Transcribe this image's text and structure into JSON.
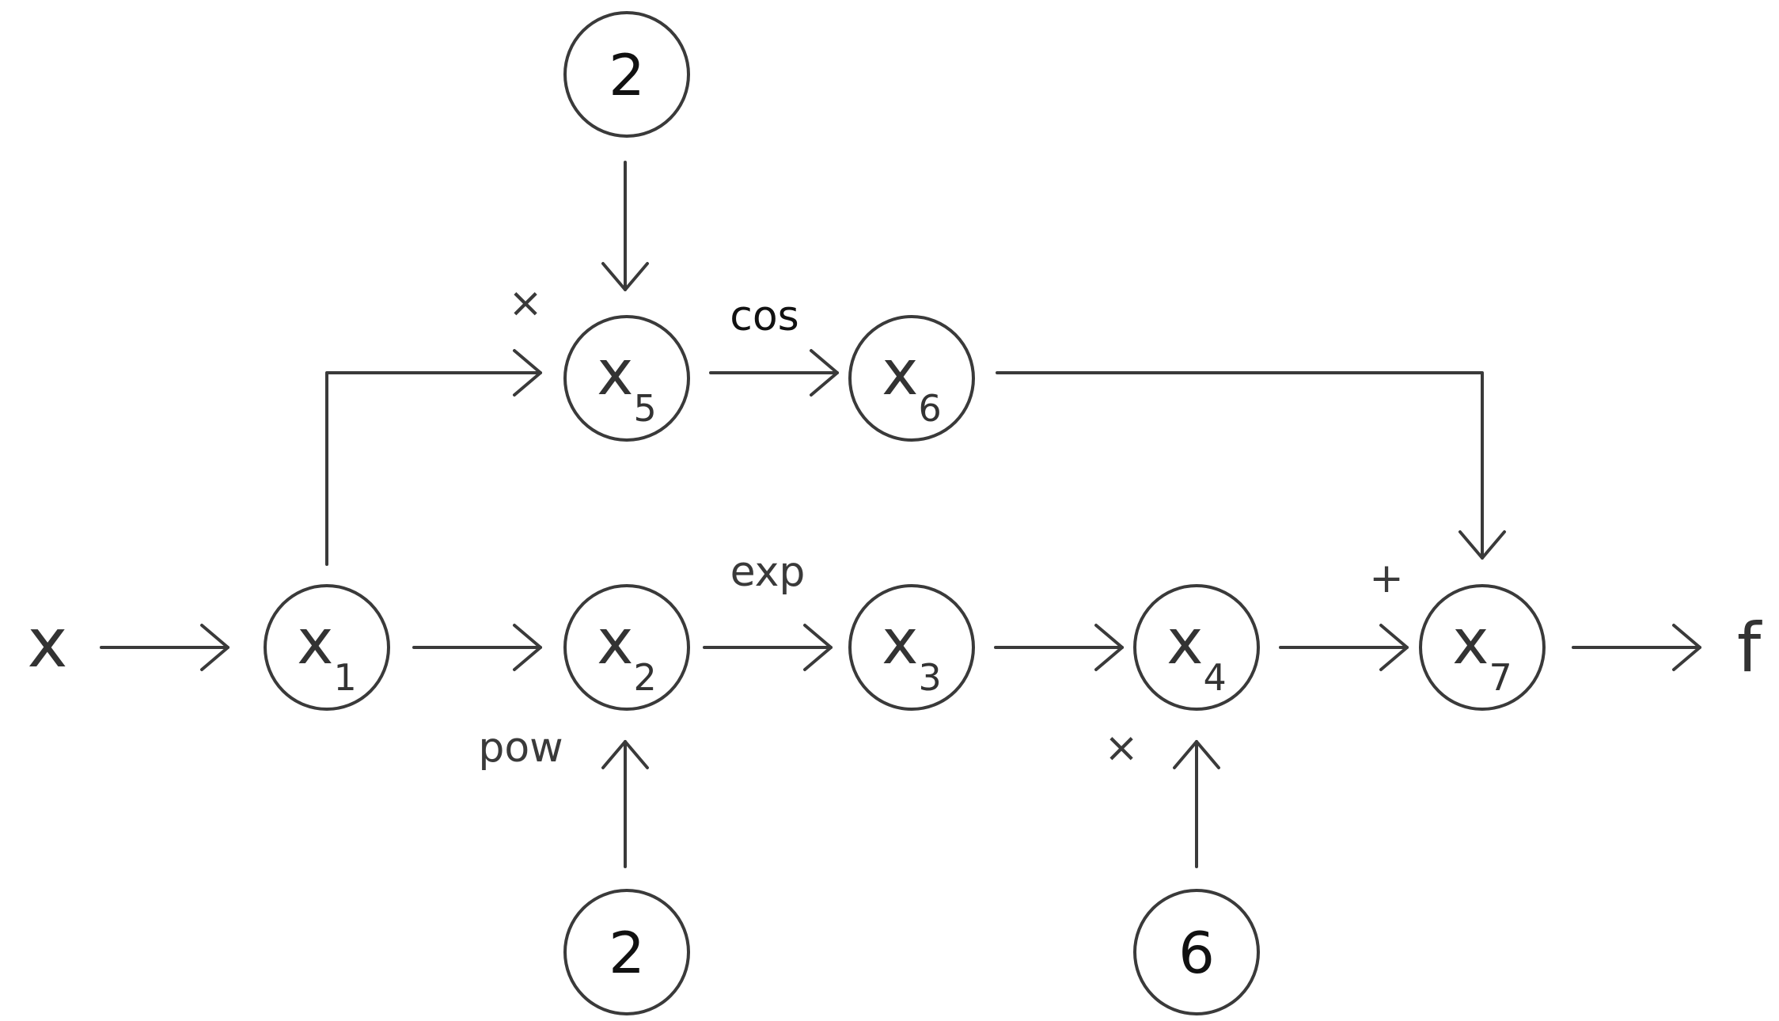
{
  "input_label": "x",
  "output_label": "f",
  "nodes": [
    {
      "id": "x1",
      "base": "x",
      "sub": "1"
    },
    {
      "id": "x2",
      "base": "x",
      "sub": "2"
    },
    {
      "id": "x3",
      "base": "x",
      "sub": "3"
    },
    {
      "id": "x4",
      "base": "x",
      "sub": "4"
    },
    {
      "id": "x5",
      "base": "x",
      "sub": "5"
    },
    {
      "id": "x6",
      "base": "x",
      "sub": "6"
    },
    {
      "id": "x7",
      "base": "x",
      "sub": "7"
    }
  ],
  "constants": {
    "top": "2",
    "bottom_left": "2",
    "bottom_right": "6"
  },
  "operations": {
    "x5": "×",
    "x6": "cos",
    "x2": "pow",
    "x3": "exp",
    "x4": "×",
    "x7": "+"
  },
  "edges": [
    {
      "from": "x",
      "to": "x1"
    },
    {
      "from": "x1",
      "to": "x2"
    },
    {
      "from": "x1",
      "to": "x5"
    },
    {
      "from": "const_top",
      "to": "x5"
    },
    {
      "from": "const_bottom_left",
      "to": "x2"
    },
    {
      "from": "x5",
      "to": "x6"
    },
    {
      "from": "x2",
      "to": "x3"
    },
    {
      "from": "x3",
      "to": "x4"
    },
    {
      "from": "const_bottom_right",
      "to": "x4"
    },
    {
      "from": "x4",
      "to": "x7"
    },
    {
      "from": "x6",
      "to": "x7"
    },
    {
      "from": "x7",
      "to": "f"
    }
  ],
  "colors": {
    "stroke": "#3a3a3a",
    "text": "#333333",
    "background": "#ffffff"
  }
}
